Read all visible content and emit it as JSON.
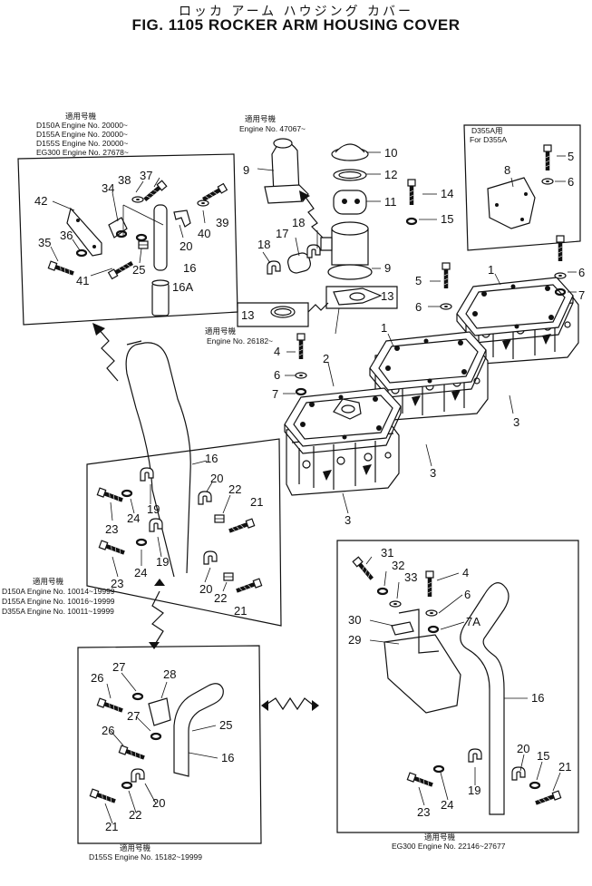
{
  "header": {
    "japanese_title": "ロッカ アーム ハウジング カバー",
    "title": "FIG. 1105  ROCKER ARM HOUSING COVER"
  },
  "notes": {
    "top_left": [
      "適用号機",
      "D150A  Engine  No. 20000~",
      "D155A  Engine  No. 20000~",
      "D155S  Engine  No. 20000~",
      "EG300  Engine  No. 27678~"
    ],
    "top_center": [
      "適用号機",
      "Engine  No. 47067~"
    ],
    "top_right": [
      "D355A用",
      "For  D355A"
    ],
    "gasket": [
      "適用号機",
      "Engine  No. 26182~"
    ],
    "mid_left": [
      "適用号機",
      "D150A  Engine  No. 10014~19999",
      "D155A  Engine  No. 10016~19999",
      "D355A  Engine  No. 10011~19999"
    ],
    "bottom_left": [
      "適用号機",
      "D155S  Engine  No. 15182~19999"
    ],
    "bottom_right": [
      "適用号機",
      "EG300  Engine  No. 22146~27677"
    ]
  },
  "callouts": {
    "c42": "42",
    "c38": "38",
    "c37": "37",
    "c34": "34",
    "c36": "36",
    "c35": "35",
    "c41": "41",
    "c25a": "25",
    "c16a": "16",
    "c16A": "16A",
    "c20a": "20",
    "c40": "40",
    "c39": "39",
    "c9a": "9",
    "c10": "10",
    "c12": "12",
    "c11": "11",
    "c9b": "9",
    "c18a": "18",
    "c17": "17",
    "c18b": "18",
    "c13a": "13",
    "c13b": "13",
    "c14": "14",
    "c15a": "15",
    "c8": "8",
    "c5a": "5",
    "c6a": "6",
    "c7a": "7",
    "c6b": "6",
    "c1a": "1",
    "c5b": "5",
    "c6c": "6",
    "c1b": "1",
    "c4a": "4",
    "c6d": "6",
    "c7b": "7",
    "c2": "2",
    "c3a": "3",
    "c3b": "3",
    "c3c": "3",
    "c16b": "16",
    "c20b": "20",
    "c22a": "22",
    "c21a": "21",
    "c19a": "19",
    "c23a": "23",
    "c24a": "24",
    "c19b": "19",
    "c23b": "23",
    "c24b": "24",
    "c20c": "20",
    "c22b": "22",
    "c21b": "21",
    "c27a": "27",
    "c28": "28",
    "c26a": "26",
    "c27b": "27",
    "c25b": "25",
    "c26b": "26",
    "c16c": "16",
    "c20d": "20",
    "c21c": "21",
    "c22c": "22",
    "c31": "31",
    "c32": "32",
    "c33": "33",
    "c4b": "4",
    "c6e": "6",
    "c30": "30",
    "c7A": "7A",
    "c29": "29",
    "c16d": "16",
    "c20e": "20",
    "c15b": "15",
    "c21d": "21",
    "c23c": "23",
    "c24c": "24",
    "c19c": "19"
  }
}
